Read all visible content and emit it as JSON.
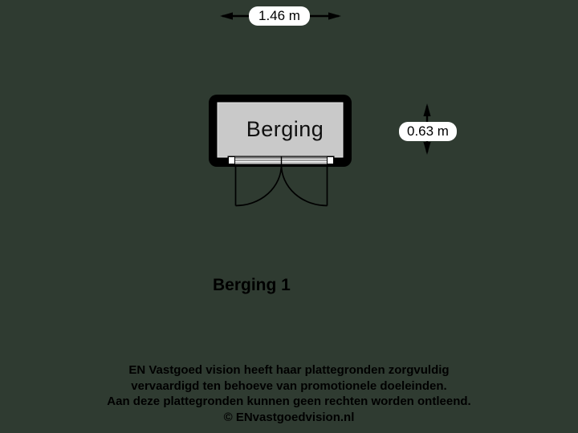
{
  "floorplan": {
    "room_name": "Berging",
    "width_label": "1.46 m",
    "height_label": "0.63 m",
    "plan_title": "Berging 1"
  },
  "disclaimer": {
    "line1": "EN Vastgoed vision heeft haar plattegronden zorgvuldig",
    "line2": "vervaardigd ten behoeve van promotionele doeleinden.",
    "line3": "Aan deze plattegronden kunnen geen rechten worden ontleend.",
    "copyright": "© ENvastgoedvision.nl"
  },
  "colors": {
    "background": "#2f3b31",
    "wall": "#000000",
    "floor": "#c9c9c9",
    "label_bg": "#ffffff",
    "text": "#000000"
  }
}
